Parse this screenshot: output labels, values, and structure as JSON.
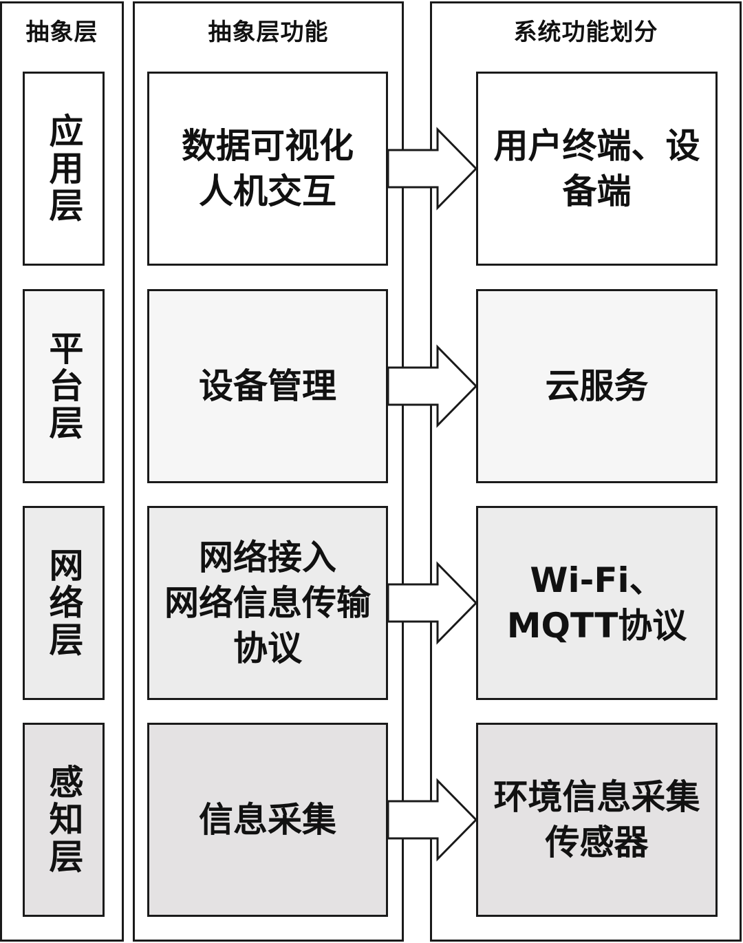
{
  "columns": {
    "layer_header": "抽象层",
    "function_header": "抽象层功能",
    "system_header": "系统功能划分"
  },
  "rows": [
    {
      "layer": "应用层",
      "function": "数据可视化\n人机交互",
      "system": "用户终端、设\n备端"
    },
    {
      "layer": "平台层",
      "function": "设备管理",
      "system": "云服务"
    },
    {
      "layer": "网络层",
      "function": "网络接入\n网络信息传输\n协议",
      "system": "Wi-Fi、\nMQTT协议"
    },
    {
      "layer": "感知层",
      "function": "信息采集",
      "system": "环境信息采集\n传感器"
    }
  ],
  "colors": {
    "border": "#1a1a1a",
    "row_fill": [
      "#ffffff",
      "#f6f6f6",
      "#ececec",
      "#e4e2e3"
    ]
  }
}
